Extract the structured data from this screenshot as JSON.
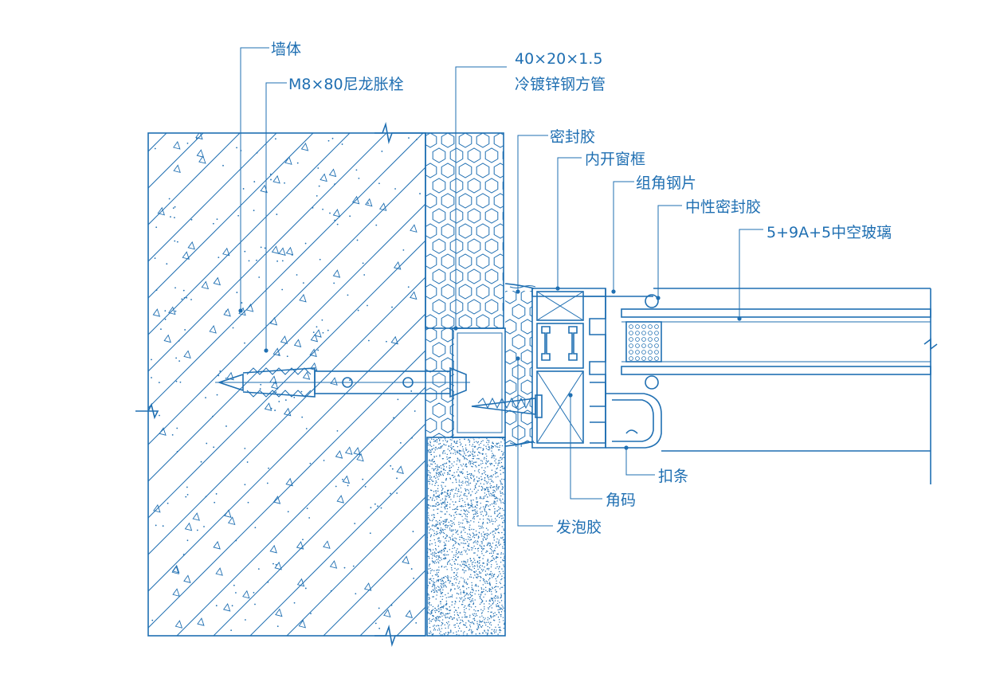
{
  "labels": {
    "wall": "墙体",
    "anchor": "M8×80尼龙胀栓",
    "tube_size": "40×20×1.5",
    "tube_name": "冷镀锌钢方管",
    "sealant": "密封胶",
    "frame": "内开窗框",
    "corner_plate": "组角钢片",
    "neutral_sealant": "中性密封胶",
    "glass": "5+9A+5中空玻璃",
    "bead": "扣条",
    "corner_key": "角码",
    "foam": "发泡胶"
  },
  "colors": {
    "line": "#1f6fb2",
    "background": "#ffffff"
  }
}
